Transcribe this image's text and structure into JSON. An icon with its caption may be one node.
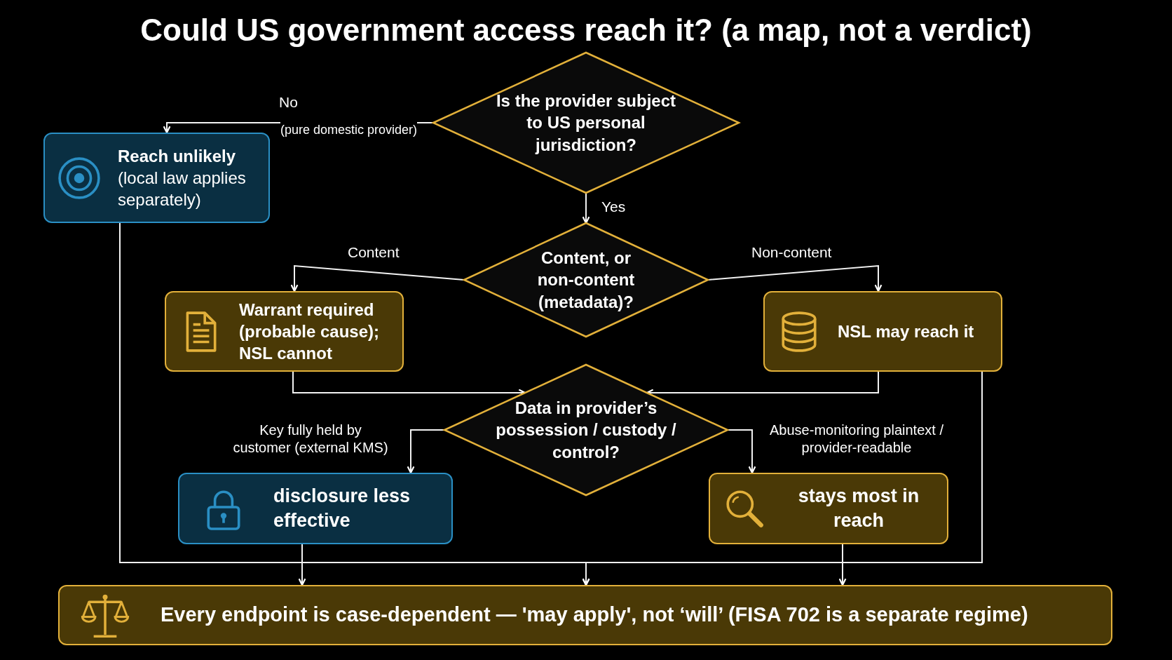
{
  "diagram": {
    "title": "Could US government access reach it? (a map, not a verdict)",
    "nodes": [
      {
        "text": [
          "Is the provider subject to US personal jurisdiction?"
        ]
      },
      {
        "text": [
          "Reach unlikely",
          "(local law applies separately)"
        ]
      },
      {
        "text": [
          "Content, or non-content (metadata)?"
        ]
      },
      {
        "text": [
          "Warrant required (probable cause); NSL cannot"
        ]
      },
      {
        "text": [
          "NSL may reach it"
        ]
      },
      {
        "text": [
          "Data in provider’s possession / custody / control?"
        ]
      },
      {
        "text": [
          "disclosure less effective"
        ]
      },
      {
        "text": [
          "stays most in reach"
        ]
      },
      {
        "text": [
          "Every endpoint is case-dependent — 'may apply', not ‘will’ (FISA 702 is a separate regime)"
        ]
      }
    ],
    "edges": [
      {
        "from": 0,
        "to": 1,
        "arrow": "to",
        "label": "No"
      },
      {
        "from": 0,
        "to": 2,
        "arrow": "to",
        "label": "Yes"
      },
      {
        "from": 2,
        "to": 3,
        "arrow": "to",
        "label": "Content"
      },
      {
        "from": 2,
        "to": 4,
        "arrow": "to",
        "label": "Non-content"
      },
      {
        "from": 3,
        "to": 5,
        "arrow": "to"
      },
      {
        "from": 4,
        "to": 5,
        "arrow": "to"
      },
      {
        "from": 5,
        "to": 6,
        "arrow": "to",
        "label": "Key fully held by customer (external KMS)"
      },
      {
        "from": 5,
        "to": 7,
        "arrow": "to",
        "label": "Abuse-monitoring plaintext / provider-readable"
      },
      {
        "from": 1,
        "to": 8,
        "arrow": "to"
      },
      {
        "from": 4,
        "to": 8,
        "arrow": "to"
      },
      {
        "from": 6,
        "to": 8,
        "arrow": "to"
      },
      {
        "from": 7,
        "to": 8,
        "arrow": "to"
      }
    ],
    "labels": [
      "(pure domestic provider)"
    ]
  }
}
